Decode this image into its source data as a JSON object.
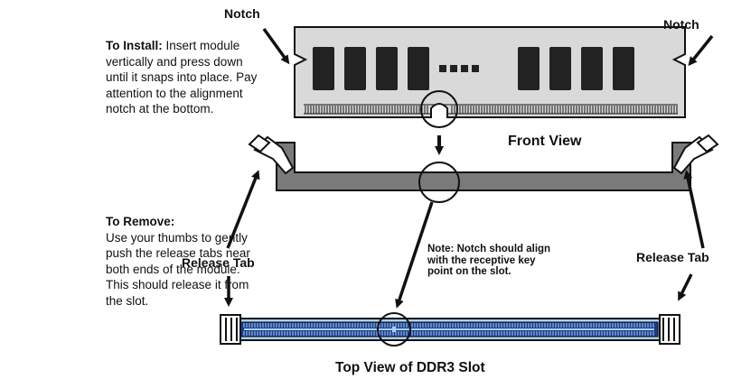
{
  "instructions": {
    "install_heading": "To Install:",
    "install_text": " Insert module vertically and press down until it snaps into place. Pay attention to the alignment notch at the bottom.",
    "remove_heading": "To Remove:",
    "remove_text": "Use your thumbs to gently push the release tabs near both ends of the module. This should release it from the slot."
  },
  "labels": {
    "notch_left": "Notch",
    "notch_right": "Notch",
    "front_view": "Front View",
    "release_tab_left": "Release Tab",
    "release_tab_right": "Release Tab",
    "note": "Note: Notch should align with the receptive key point on the slot.",
    "top_view": "Top View of DDR3 Slot"
  },
  "colors": {
    "module_fill": "#d9d9d9",
    "chip_fill": "#222222",
    "slot_fill": "#7a7a7a",
    "slot_top_blue": "#1b3b8f",
    "slot_light_blue": "#a9d3f0"
  }
}
